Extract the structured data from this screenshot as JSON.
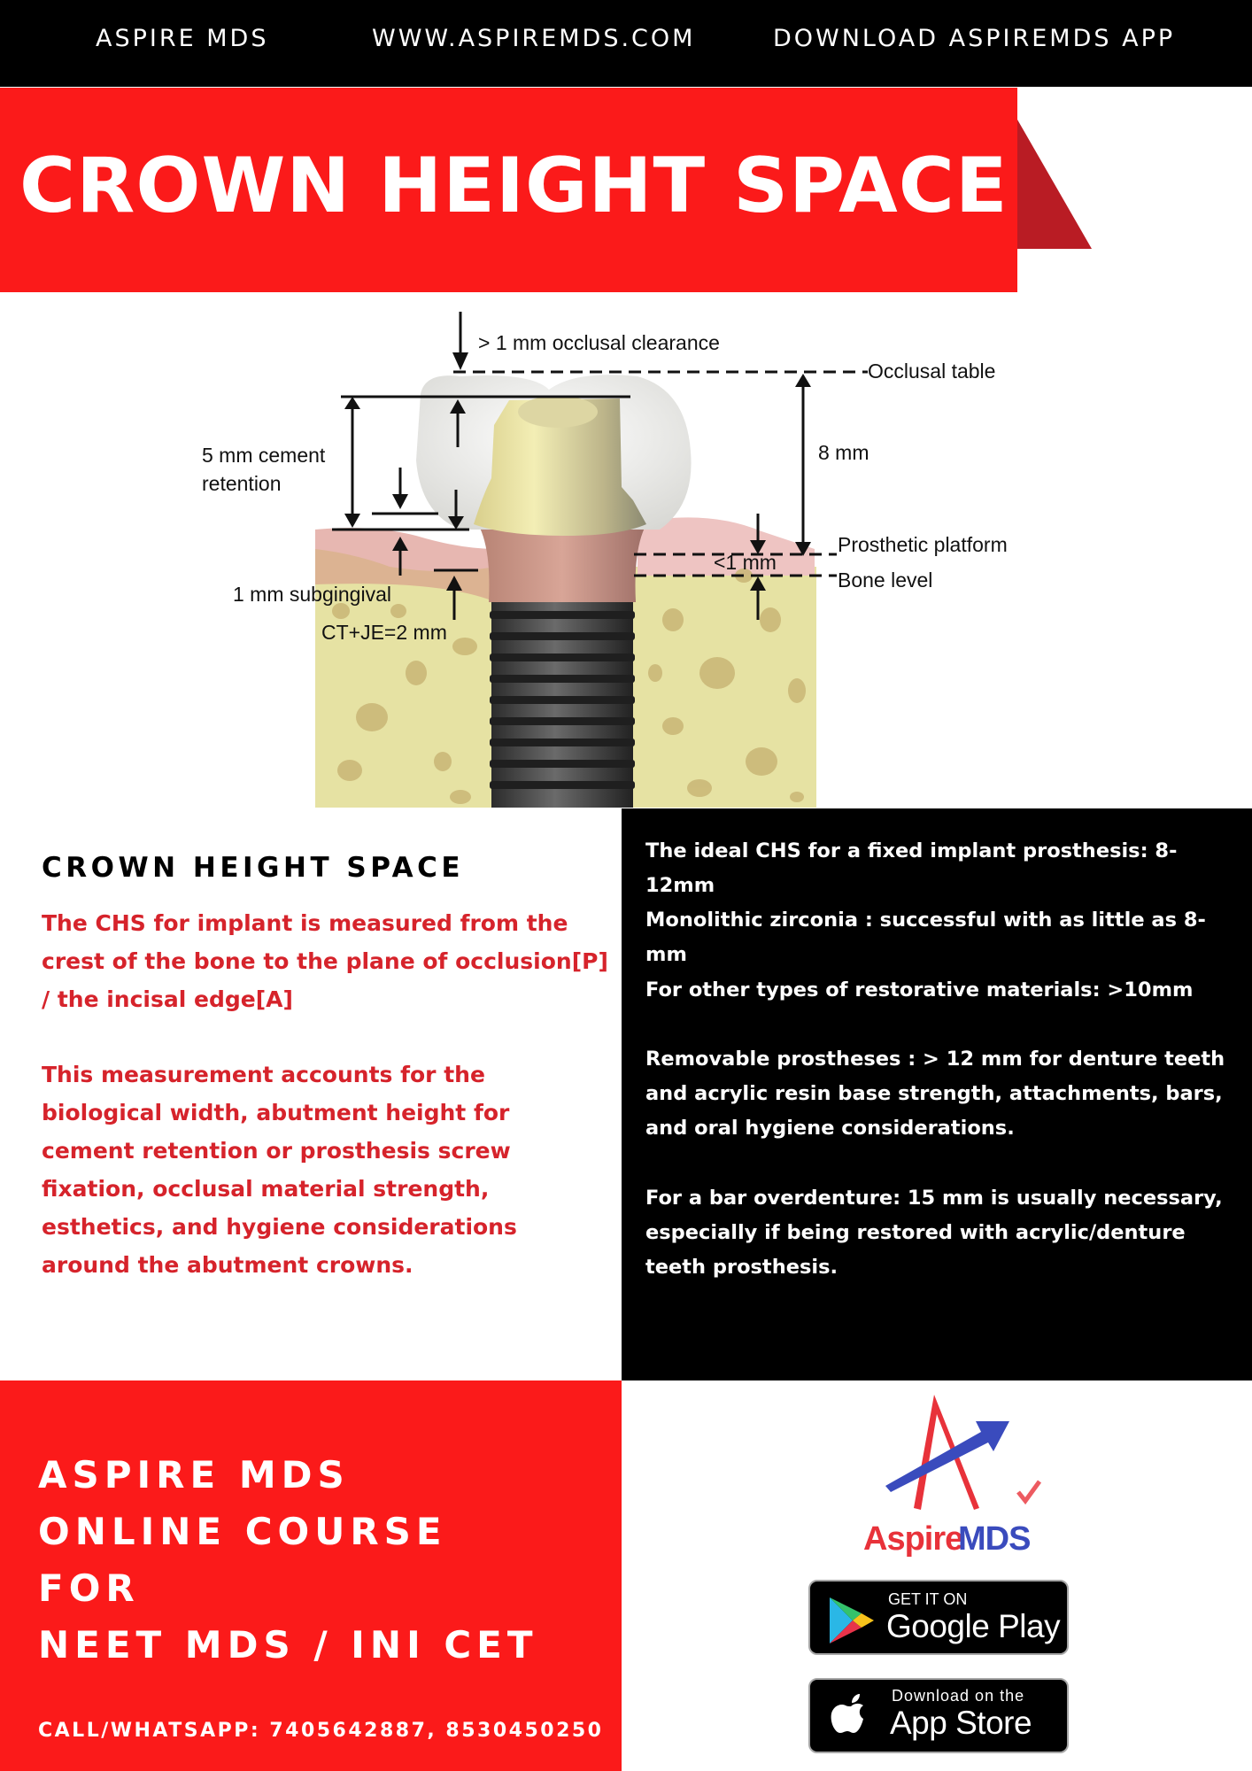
{
  "topbar": {
    "brand": "ASPIRE MDS",
    "website": "WWW.ASPIREMDS.COM",
    "download": "DOWNLOAD ASPIREMDS APP"
  },
  "banner": {
    "title": "CROWN HEIGHT SPACE"
  },
  "diagram": {
    "labels": {
      "occlusal_clearance": "> 1 mm occlusal clearance",
      "occlusal_table": "Occlusal table",
      "cement_retention_line1": "5 mm cement",
      "cement_retention_line2": "retention",
      "eight_mm": "8 mm",
      "prosthetic_platform": "Prosthetic platform",
      "bone_level": "Bone level",
      "less_than_1mm": "<1 mm",
      "subgingival": "1 mm subgingival",
      "ct_je": "CT+JE=2 mm"
    }
  },
  "left_section": {
    "heading": "CROWN HEIGHT SPACE",
    "paragraph1": [
      "The CHS for implant is measured from the",
      "crest of the bone to the plane of occlusion[P]",
      "/ the incisal edge[A]"
    ],
    "paragraph2": [
      "This measurement accounts for the",
      "biological width, abutment height for",
      "cement retention or prosthesis screw",
      "fixation, occlusal material strength,",
      "esthetics, and hygiene considerations",
      "around the abutment crowns."
    ]
  },
  "right_section": {
    "item1": "The ideal CHS for a fixed implant prosthesis: 8-12mm",
    "item2": "Monolithic zirconia : successful with as little as 8-mm",
    "item3": "For other types of restorative materials: >10mm",
    "item4": [
      "Removable prostheses : > 12 mm for denture teeth",
      "and acrylic resin base strength, attachments, bars,",
      "and oral hygiene considerations."
    ],
    "item5": [
      "For a bar overdenture: 15 mm is usually necessary,",
      "especially if being restored with acrylic/denture",
      "teeth prosthesis."
    ]
  },
  "course": {
    "lines": [
      "ASPIRE MDS",
      "ONLINE COURSE",
      "FOR",
      "NEET MDS / INI CET"
    ],
    "contact": "CALL/WHATSAPP: 7405642887, 8530450250"
  },
  "logo": {
    "text_part1": "Aspire",
    "text_part2": "MDS"
  },
  "stores": {
    "google": {
      "small": "GET IT ON",
      "big": "Google Play"
    },
    "apple": {
      "small": "Download on the",
      "big": "App Store"
    }
  },
  "colors": {
    "brand_red": "#fb1a1a",
    "dark_red": "#b91c24",
    "text_red": "#d6232b",
    "black": "#000000",
    "logo_blue": "#3a4bbd"
  }
}
